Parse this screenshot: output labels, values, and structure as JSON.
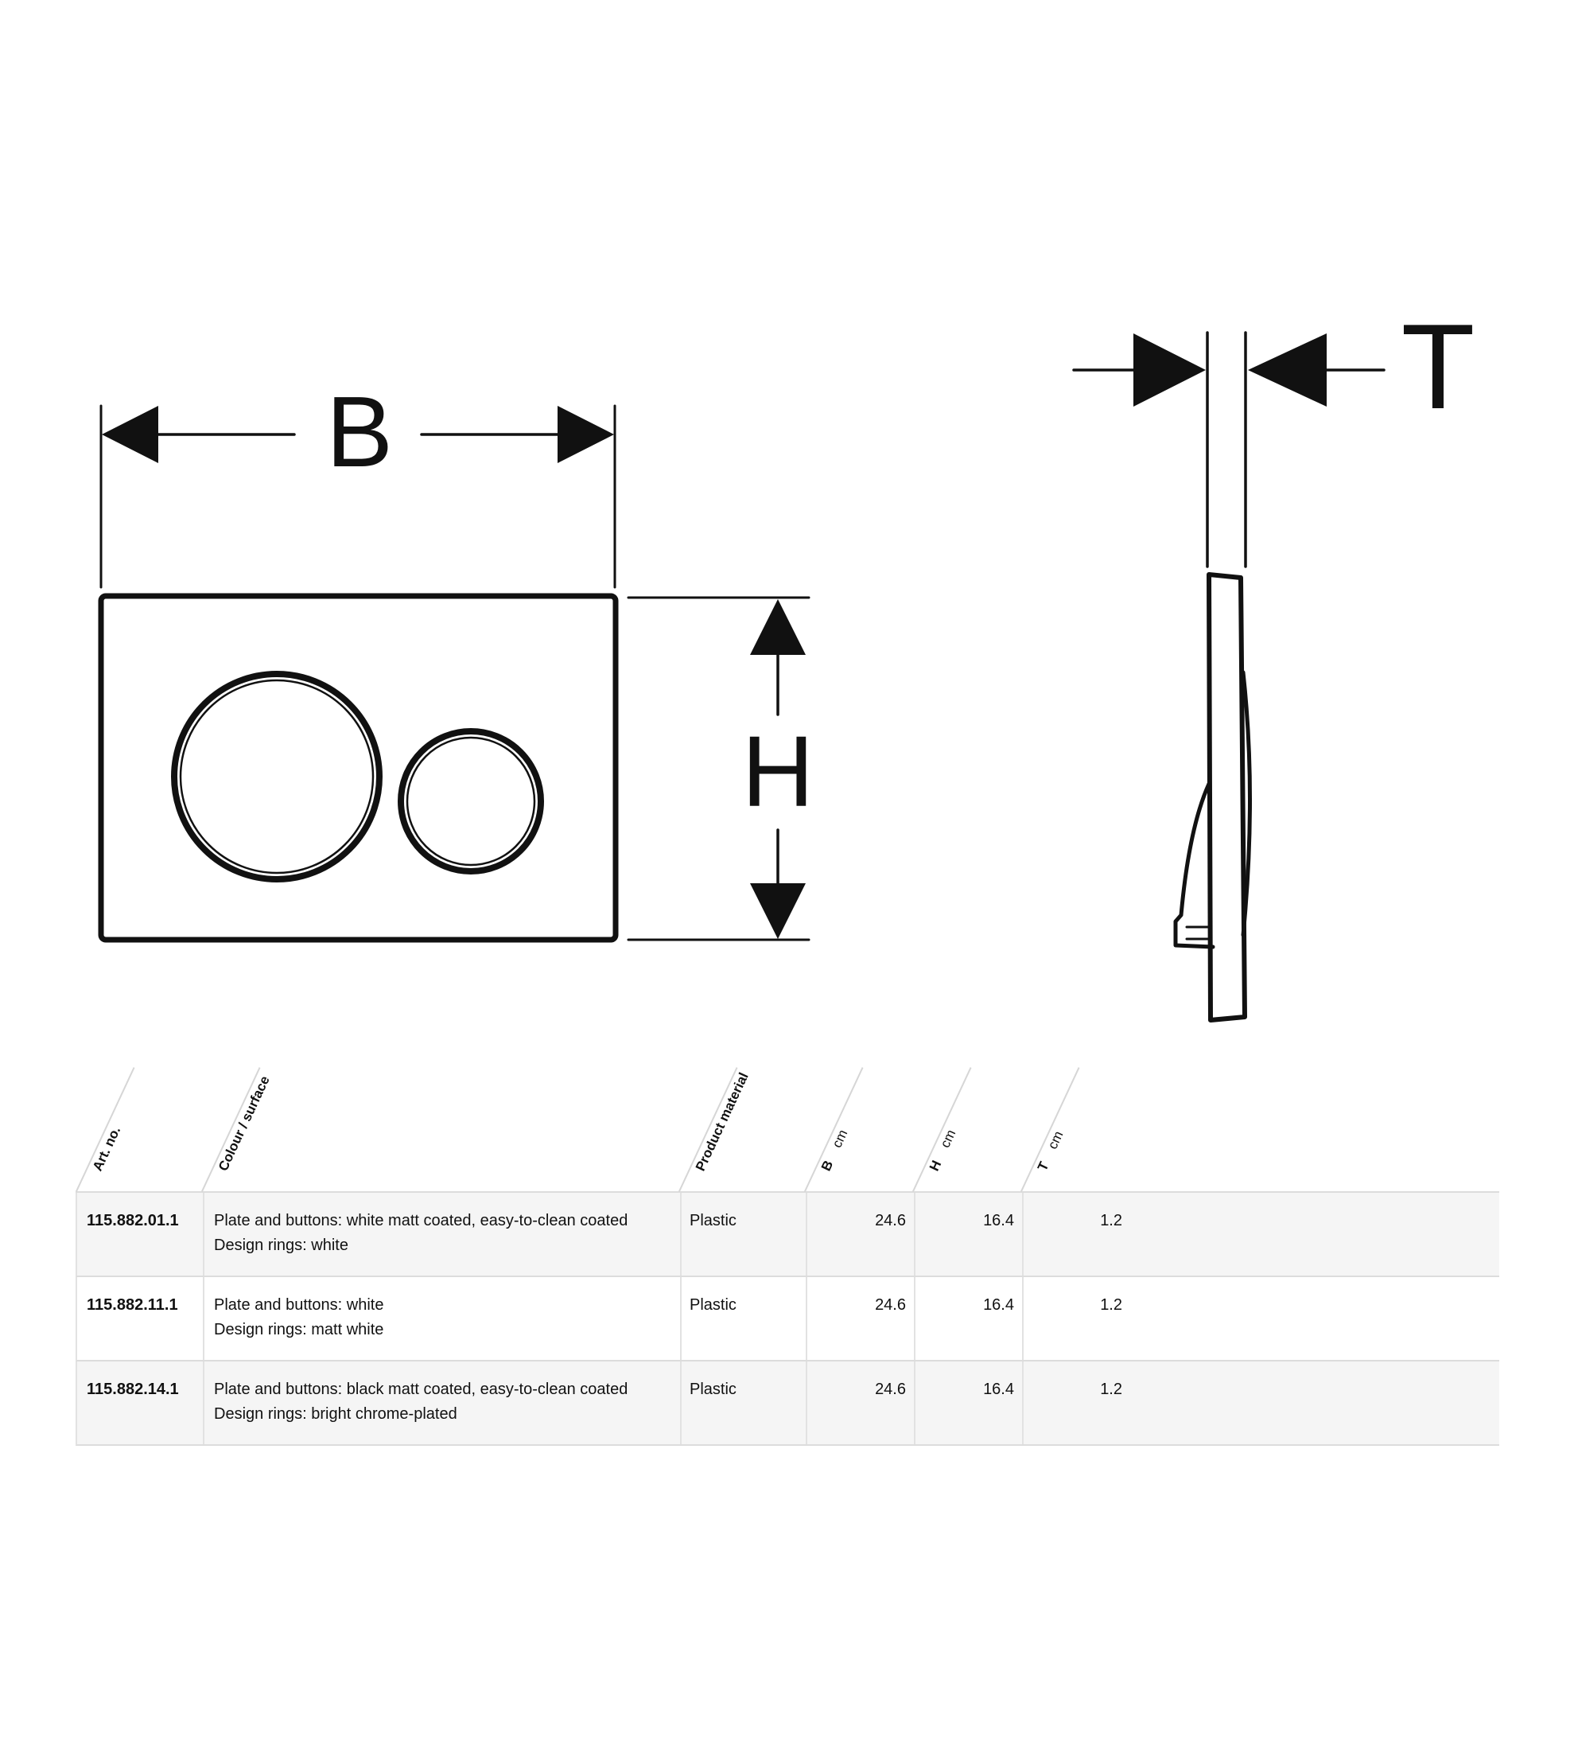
{
  "drawing": {
    "labels": {
      "width": "B",
      "height": "H",
      "thickness": "T"
    },
    "stroke_color": "#111111"
  },
  "table": {
    "headers": {
      "art_no": "Art. no.",
      "colour_surface": "Colour / surface",
      "product_material": "Product material",
      "b": {
        "label": "B",
        "unit": "cm"
      },
      "h": {
        "label": "H",
        "unit": "cm"
      },
      "t": {
        "label": "T",
        "unit": "cm"
      }
    },
    "rows": [
      {
        "art_no": "115.882.01.1",
        "colour_line1": "Plate and buttons: white matt coated, easy-to-clean coated",
        "colour_line2": "Design rings: white",
        "material": "Plastic",
        "b": "24.6",
        "h": "16.4",
        "t": "1.2"
      },
      {
        "art_no": "115.882.11.1",
        "colour_line1": "Plate and buttons: white",
        "colour_line2": "Design rings: matt white",
        "material": "Plastic",
        "b": "24.6",
        "h": "16.4",
        "t": "1.2"
      },
      {
        "art_no": "115.882.14.1",
        "colour_line1": "Plate and buttons: black matt coated, easy-to-clean coated",
        "colour_line2": "Design rings: bright chrome-plated",
        "material": "Plastic",
        "b": "24.6",
        "h": "16.4",
        "t": "1.2"
      }
    ],
    "colors": {
      "row_shaded": "#f5f5f5",
      "row_plain": "#ffffff",
      "border": "#dcdcdc"
    }
  }
}
